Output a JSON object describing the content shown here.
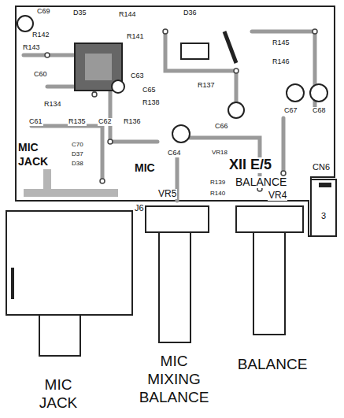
{
  "diagram": {
    "labels": [
      "C69",
      "D35",
      "R144",
      "D36",
      "R142",
      "R141",
      "R143",
      "R145",
      "R146",
      "C60",
      "C65",
      "R138",
      "R137",
      "C63",
      "R134",
      "C61",
      "R135",
      "C62",
      "R136",
      "C64",
      "C66",
      "C67",
      "C68",
      "MIC",
      "JACK",
      "C70",
      "D37",
      "D38",
      "MIC",
      "VR18",
      "XII E/5",
      "BALANCE",
      "VR5",
      "VR4",
      "CN6",
      "J6",
      "R139",
      "R140",
      "3",
      "MIC JACK",
      "MIC MIXING BALANCE",
      "BALANCE"
    ]
  }
}
